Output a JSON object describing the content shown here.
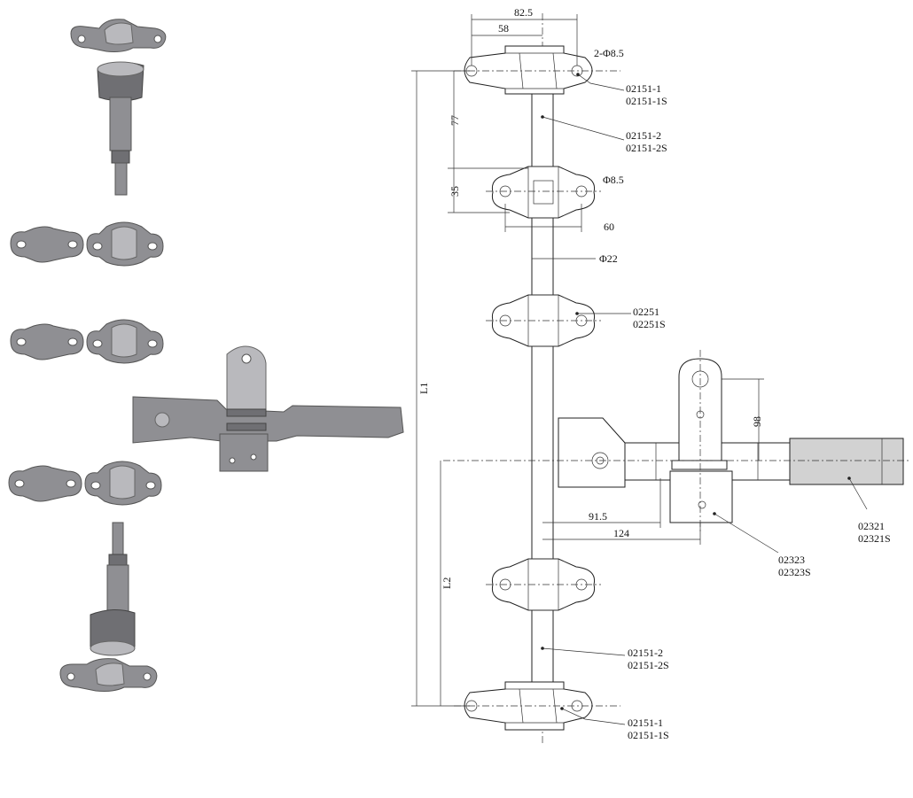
{
  "dimensions": {
    "width_82_5": "82.5",
    "width_58": "58",
    "hole_top": "2-Φ8.5",
    "height_77": "77",
    "height_35": "35",
    "hole_mid": "Φ8.5",
    "width_60": "60",
    "rod_dia": "Φ22",
    "length_L1": "L1",
    "length_L2": "L2",
    "height_98": "98",
    "offset_91_5": "91.5",
    "offset_124": "124"
  },
  "callouts": {
    "top_cam": [
      "02151-1",
      "02151-1S"
    ],
    "top_rod": [
      "02151-2",
      "02151-2S"
    ],
    "guide": [
      "02251",
      "02251S"
    ],
    "handle": [
      "02321",
      "02321S"
    ],
    "handle_hub": [
      "02323",
      "02323S"
    ],
    "bottom_rod": [
      "02151-2",
      "02151-2S"
    ],
    "bottom_cam": [
      "02151-1",
      "02151-1S"
    ]
  },
  "colors": {
    "part_metal": "#8f8f93",
    "part_light": "#b9b9bd",
    "handle_grip": "#d2d2d2"
  }
}
